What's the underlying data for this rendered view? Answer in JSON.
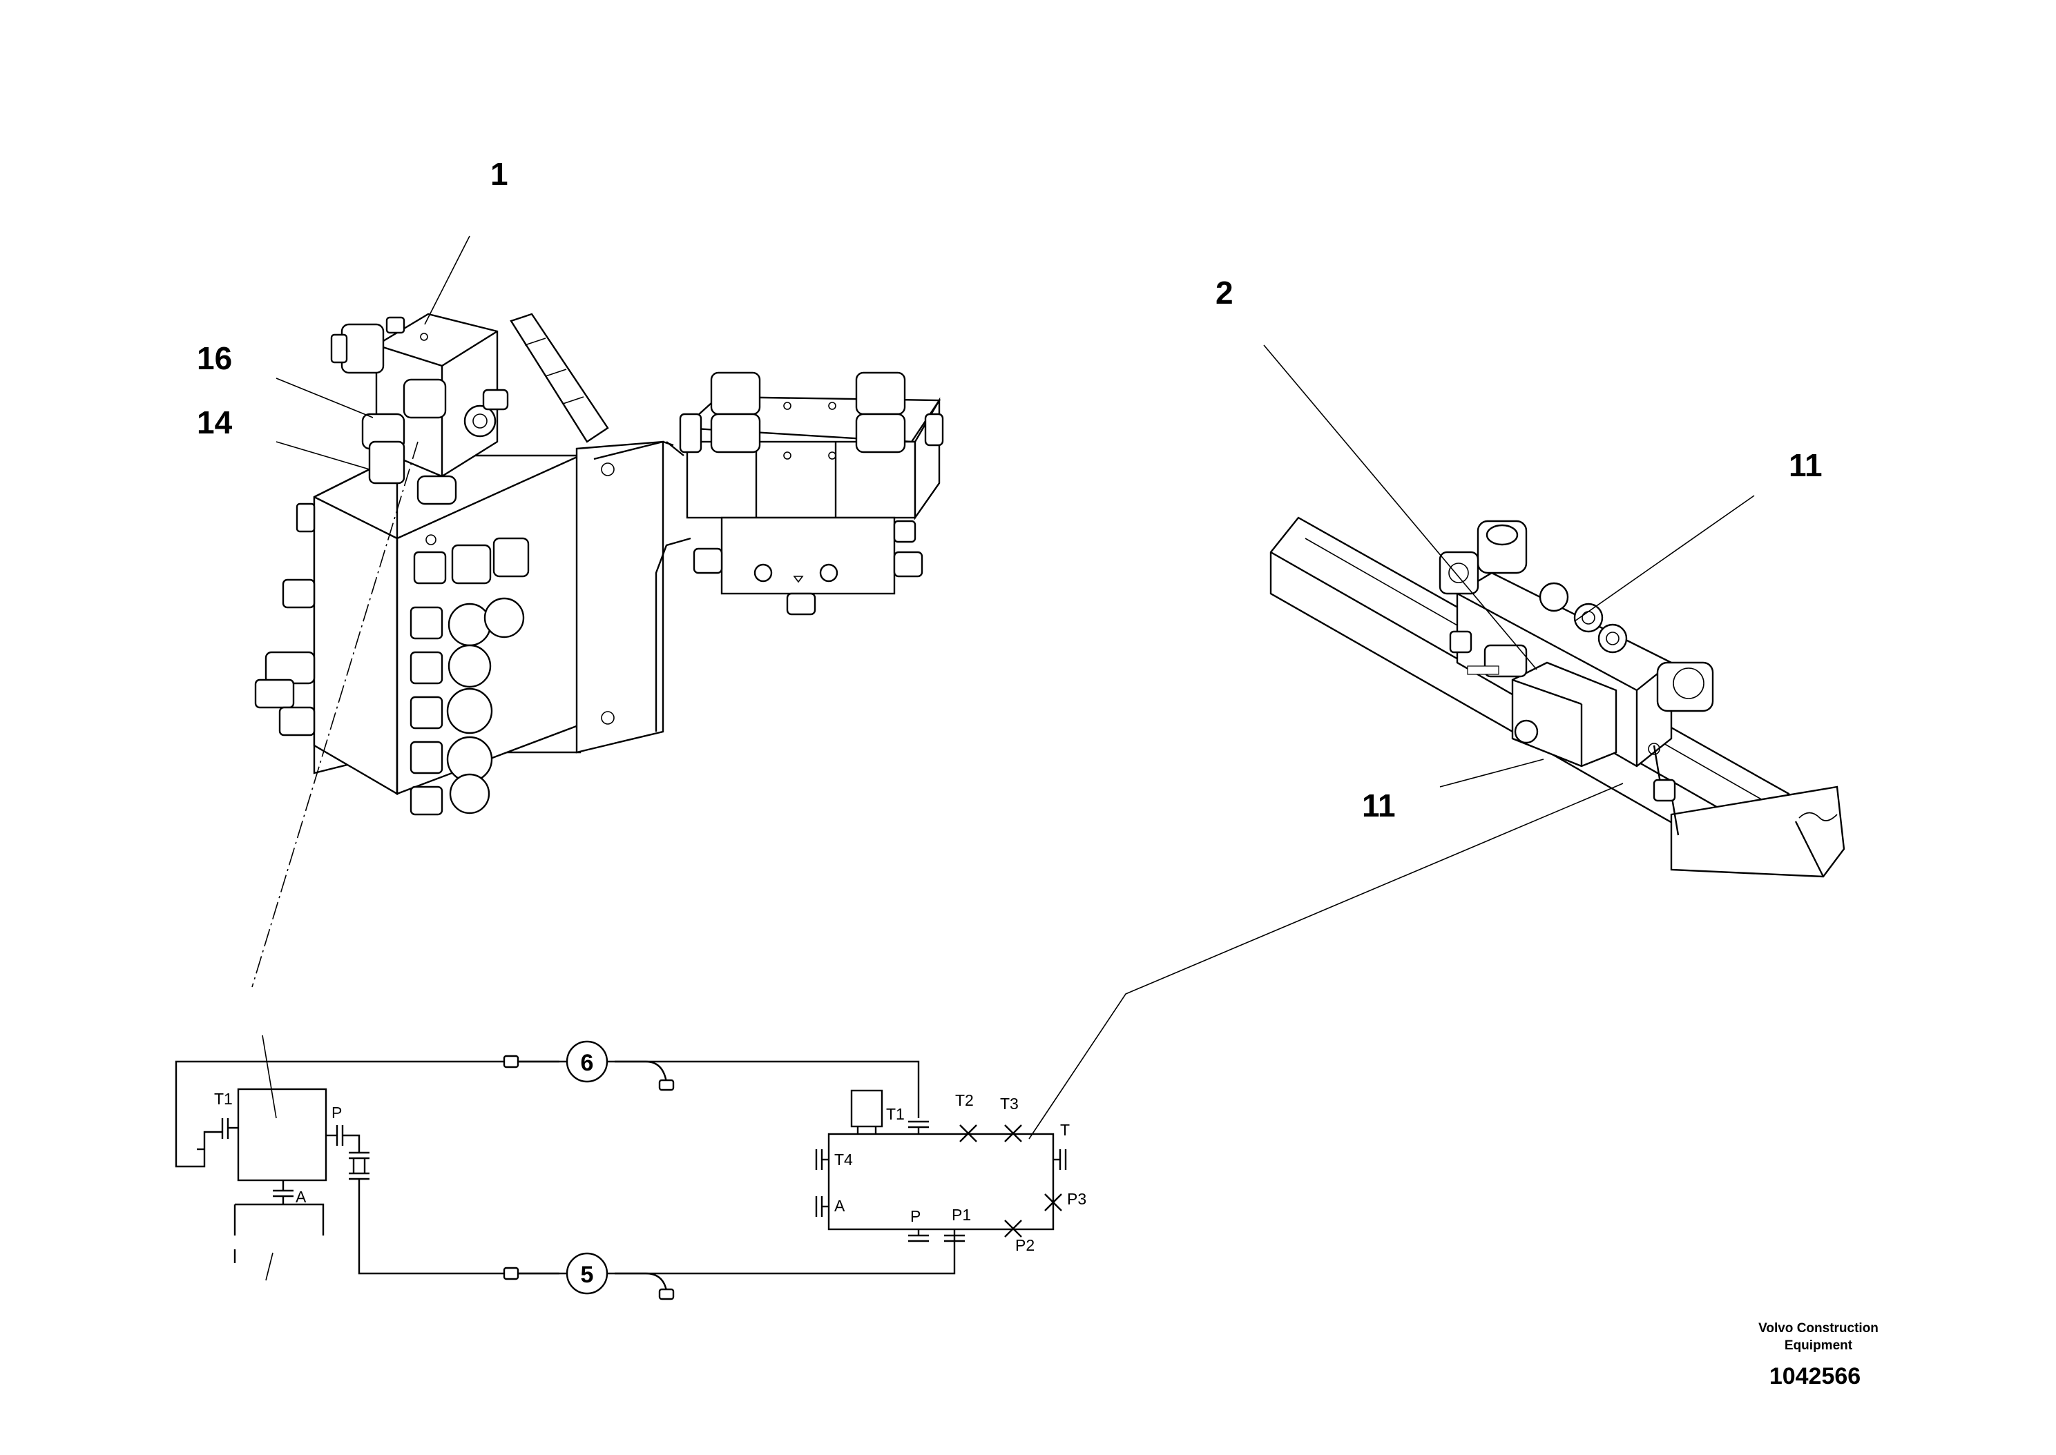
{
  "callouts": {
    "c1": "1",
    "c2": "2",
    "c11a": "11",
    "c11b": "11",
    "c14": "14",
    "c16": "16"
  },
  "schematic": {
    "hose_top": "6",
    "hose_bottom": "5",
    "ports": {
      "left_t1": "T1",
      "left_p": "P",
      "left_a": "A",
      "right_t1": "T1",
      "right_t2": "T2",
      "right_t3": "T3",
      "right_t": "T",
      "right_t4": "T4",
      "right_a": "A",
      "right_p": "P",
      "right_p1": "P1",
      "right_p2": "P2",
      "right_p3": "P3"
    }
  },
  "footer": {
    "brand_line1": "Volvo Construction",
    "brand_line2": "Equipment",
    "doc_number": "1042566"
  }
}
